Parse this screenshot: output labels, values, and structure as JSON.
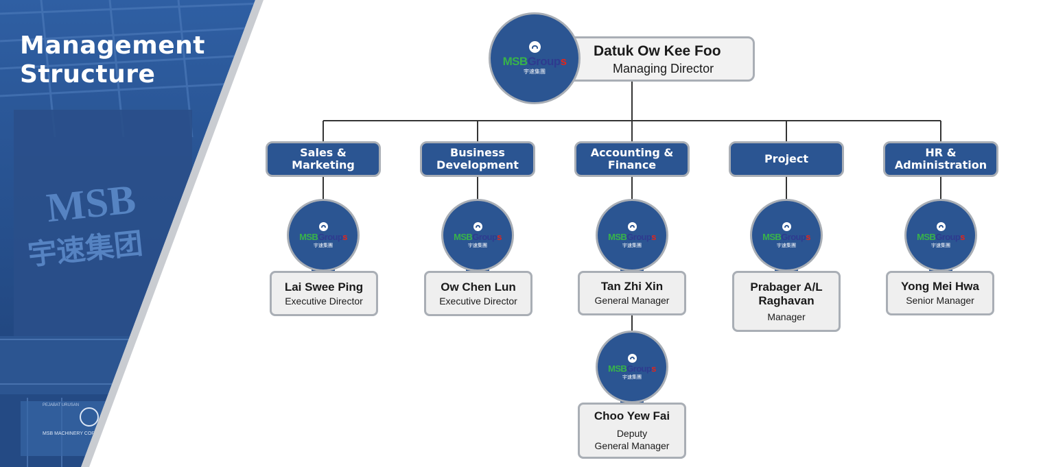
{
  "header": {
    "title_line1": "Management",
    "title_line2": "Structure"
  },
  "logo": {
    "wordmark_part1": "MSB",
    "wordmark_part2": "Group",
    "wordmark_part3": "s",
    "chinese": "宇速集團"
  },
  "photo": {
    "sign_latin": "MSB",
    "sign_chinese": "宇速集团",
    "office_label": "PEJABAT URUSAN",
    "corp_label": "MSB MACHINERY CORPORATION"
  },
  "managing_director": {
    "name": "Datuk Ow Kee Foo",
    "title": "Managing Director"
  },
  "departments": [
    {
      "line1": "Sales &",
      "line2": "Marketing"
    },
    {
      "line1": "Business",
      "line2": "Development"
    },
    {
      "line1": "Accounting &",
      "line2": "Finance"
    },
    {
      "line1": "Project",
      "line2": ""
    },
    {
      "line1": "HR &",
      "line2": "Administration"
    }
  ],
  "people": [
    {
      "name_line1": "Lai Swee Ping",
      "name_line2": "",
      "title_line1": "Executive Director",
      "title_line2": ""
    },
    {
      "name_line1": "Ow Chen Lun",
      "name_line2": "",
      "title_line1": "Executive Director",
      "title_line2": ""
    },
    {
      "name_line1": "Tan Zhi Xin",
      "name_line2": "",
      "title_line1": "General Manager",
      "title_line2": ""
    },
    {
      "name_line1": "Prabager A/L",
      "name_line2": "Raghavan",
      "title_line1": "Manager",
      "title_line2": ""
    },
    {
      "name_line1": "Yong Mei Hwa",
      "name_line2": "",
      "title_line1": "Senior Manager",
      "title_line2": ""
    },
    {
      "name_line1": "Choo Yew Fai",
      "name_line2": "",
      "title_line1": "Deputy",
      "title_line2": "General Manager"
    }
  ],
  "colors": {
    "accent_blue": "#2b5592",
    "border_gray": "#a9aeb5",
    "card_bg": "#efefef",
    "line": "#333333"
  }
}
